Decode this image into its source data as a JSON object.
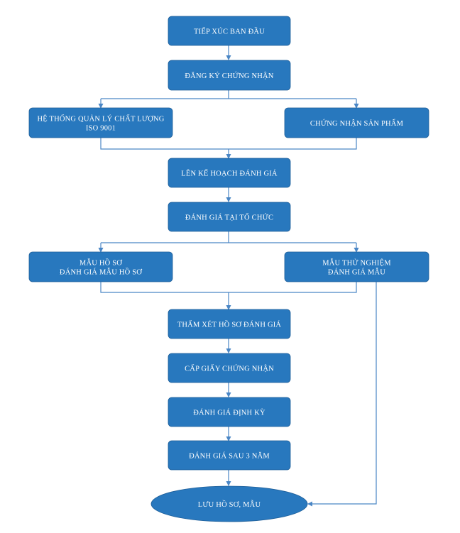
{
  "colors": {
    "node_fill": "#2878BE",
    "node_stroke": "#1F5F99",
    "connector": "#4A86C5",
    "background": "#FFFFFF"
  },
  "nodes": {
    "tiep_xuc": {
      "lines": [
        "TIẾP XÚC BAN ĐẦU"
      ]
    },
    "dang_ky": {
      "lines": [
        "ĐĂNG KÝ CHỨNG NHẬN"
      ]
    },
    "he_thong": {
      "lines": [
        "HỆ THỐNG QUẢN LÝ CHẤT LƯỢNG",
        "ISO 9001"
      ]
    },
    "chung_nhan_sp": {
      "lines": [
        "CHỨNG NHẬN SẢN PHẨM"
      ]
    },
    "ke_hoach": {
      "lines": [
        "LÊN KẾ HOẠCH ĐÁNH GIÁ"
      ]
    },
    "danh_gia_to_chuc": {
      "lines": [
        "ĐÁNH GIÁ TẠI TỔ CHỨC"
      ]
    },
    "mau_ho_so": {
      "lines": [
        "MẪU HỒ SƠ",
        "ĐÁNH GIÁ MẪU HỒ SƠ"
      ]
    },
    "mau_thu_nghiem": {
      "lines": [
        "MẪU THỬ NGHIỆM",
        "ĐÁNH GIÁ MẪU"
      ]
    },
    "tham_xet": {
      "lines": [
        "THẨM XÉT HỒ SƠ ĐÁNH GIÁ"
      ]
    },
    "cap_giay": {
      "lines": [
        "CẤP GIẤY CHỨNG NHẬN"
      ]
    },
    "dinh_ky": {
      "lines": [
        "ĐÁNH GIÁ ĐỊNH KỲ"
      ]
    },
    "sau_3_nam": {
      "lines": [
        "ĐÁNH GIÁ SAU 3 NĂM"
      ]
    },
    "luu_ho_so": {
      "lines": [
        "LƯU HỒ SƠ, MẪU"
      ]
    }
  }
}
